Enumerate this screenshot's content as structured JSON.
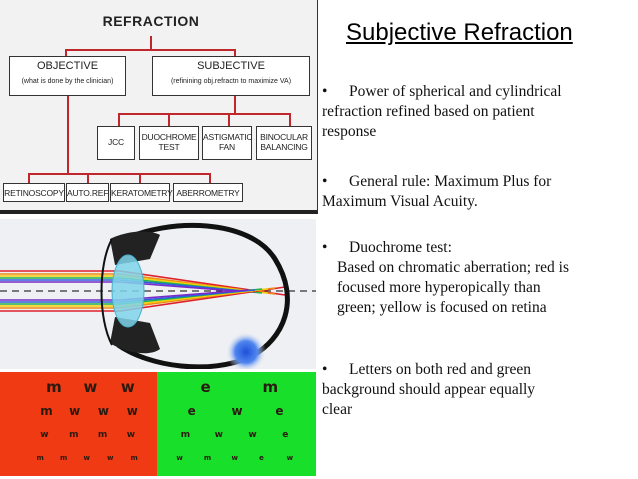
{
  "flowchart": {
    "root": "REFRACTION",
    "objective": {
      "label": "OBJECTIVE",
      "note": "(what is done by the clinician)"
    },
    "subjective": {
      "label": "SUBJECTIVE",
      "note": "(refinining obj.refractn to maximize VA)"
    },
    "subjective_items": [
      {
        "line1": "JCC",
        "line2": ""
      },
      {
        "line1": "DUOCHROME",
        "line2": "TEST"
      },
      {
        "line1": "ASTIGMATIC",
        "line2": "FAN"
      },
      {
        "line1": "BINOCULAR",
        "line2": "BALANCING"
      }
    ],
    "objective_items": [
      "RETINOSCOPY",
      "AUTO.REF",
      "KERATOMETRY",
      "ABERROMETRY"
    ],
    "colors": {
      "line": "#c0272d",
      "box_border": "#333333"
    }
  },
  "slide": {
    "title": "Subjective Refraction",
    "bullet_symbol": "•",
    "bullets": [
      {
        "lines": [
          "Power of spherical and cylindrical",
          "refraction refined based on patient",
          "response"
        ]
      },
      {
        "lines": [
          "General rule: Maximum Plus for",
          "Maximum Visual Acuity."
        ]
      },
      {
        "lines": [
          "Duochrome test:",
          "Based on chromatic aberration; red is",
          "focused more hyperopically than",
          "green; yellow is focused on retina"
        ]
      },
      {
        "lines": [
          "Letters on both red and green",
          "background should appear equally",
          "clear"
        ]
      }
    ]
  },
  "duochrome_chart": {
    "colors": {
      "red": "#f03a14",
      "green": "#18e02a"
    },
    "rows": [
      {
        "red": [
          "m",
          "w",
          "w"
        ],
        "green": [
          "e",
          "m"
        ]
      },
      {
        "red": [
          "m",
          "w",
          "w",
          "w"
        ],
        "green": [
          "e",
          "w",
          "e"
        ]
      },
      {
        "red": [
          "w",
          "m",
          "m",
          "w"
        ],
        "green": [
          "m",
          "w",
          "w",
          "e"
        ]
      },
      {
        "red": [
          "m",
          "m",
          "w",
          "w",
          "m"
        ],
        "green": [
          "w",
          "m",
          "w",
          "e",
          "w"
        ]
      }
    ]
  },
  "eye_diagram": {
    "colors": {
      "lens": "#7fd3ea",
      "sclera": "#111111",
      "spot": "#1f4fd8"
    }
  }
}
